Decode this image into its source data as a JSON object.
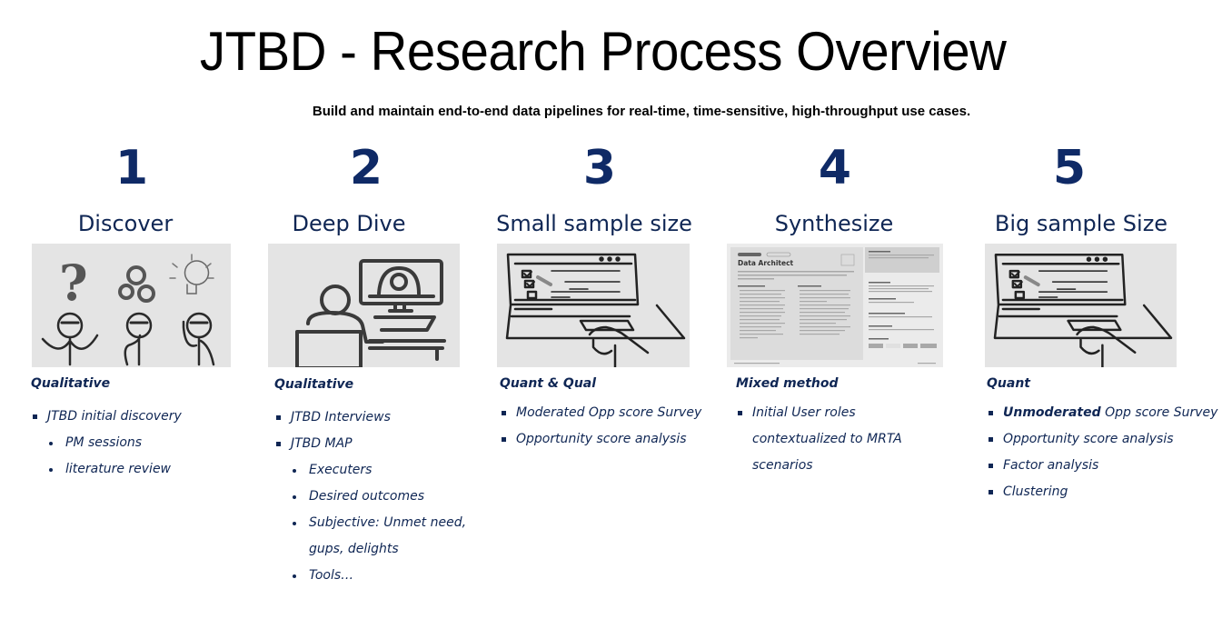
{
  "header": {
    "title": "JTBD - Research Process Overview",
    "subtitle": "Build and maintain end-to-end data pipelines for real-time, time-sensitive, high-throughput use cases."
  },
  "colors": {
    "step_number": "#0f2a66",
    "text": "#0f2654",
    "image_bg": "#e4e4e4"
  },
  "steps": [
    {
      "number": "1",
      "name": "Discover",
      "image": "thinking-people-illustration",
      "method": "Qualitative",
      "items": [
        {
          "level": 1,
          "text": "JTBD initial discovery"
        },
        {
          "level": 2,
          "text": "PM sessions"
        },
        {
          "level": 2,
          "text": "literature review"
        }
      ]
    },
    {
      "number": "2",
      "name": "Deep Dive",
      "image": "video-interview-illustration",
      "method": "Qualitative",
      "items": [
        {
          "level": 1,
          "text": "JTBD Interviews"
        },
        {
          "level": 1,
          "text": "JTBD MAP"
        },
        {
          "level": 2,
          "text": "Executers"
        },
        {
          "level": 2,
          "text": "Desired outcomes"
        },
        {
          "level": 2,
          "text": "Subjective: Unmet need,"
        },
        {
          "level": 2,
          "text": "gups, delights",
          "continuation": true
        },
        {
          "level": 2,
          "text": "Tools…"
        }
      ]
    },
    {
      "number": "3",
      "name": "Small sample size",
      "image": "laptop-survey-illustration",
      "method": "Quant & Qual",
      "items": [
        {
          "level": 1,
          "text": "Moderated Opp score Survey"
        },
        {
          "level": 1,
          "text": "Opportunity score analysis"
        }
      ]
    },
    {
      "number": "4",
      "name": "Synthesize",
      "image": "data-architect-role-card",
      "image_title": "Data Architect",
      "method": "Mixed method",
      "items": [
        {
          "level": 1,
          "text": "Initial User roles"
        },
        {
          "level": 1,
          "text": "contextualized to MRTA",
          "continuation": true
        },
        {
          "level": 1,
          "text": "scenarios",
          "continuation": true
        }
      ]
    },
    {
      "number": "5",
      "name": "Big sample Size",
      "image": "laptop-survey-illustration",
      "method": "Quant",
      "items": [
        {
          "level": 1,
          "bold": "Unmoderated",
          "text": " Opp score Survey"
        },
        {
          "level": 1,
          "text": "Opportunity score analysis"
        },
        {
          "level": 1,
          "text": "Factor analysis"
        },
        {
          "level": 1,
          "text": "Clustering"
        }
      ]
    }
  ]
}
